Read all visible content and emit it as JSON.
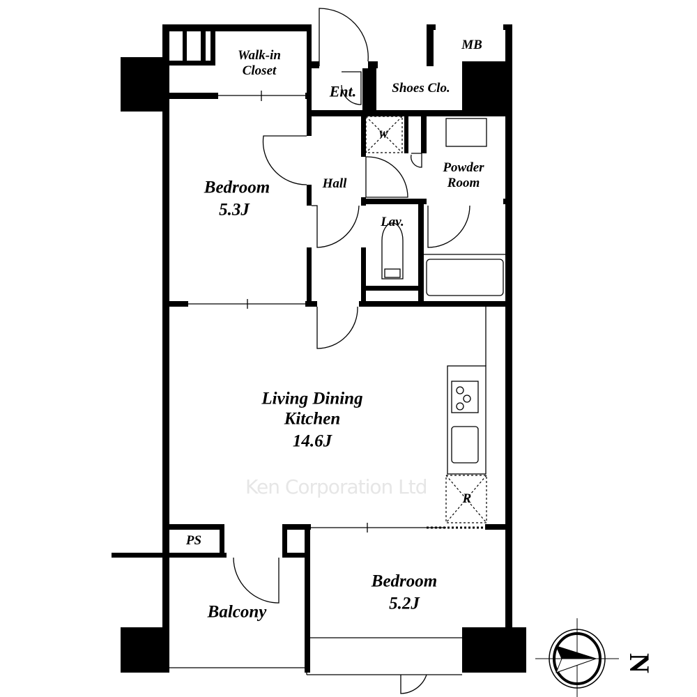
{
  "rooms": {
    "walk_in_closet": "Walk-in\nCloset",
    "entrance": "Ent.",
    "shoes_closet": "Shoes Clo.",
    "meter_box": "MB",
    "washer": "W",
    "powder_room": "Powder\nRoom",
    "hall": "Hall",
    "lavatory": "Lav.",
    "bedroom_1": {
      "name": "Bedroom",
      "size": "5.3J"
    },
    "ldk": {
      "name": "Living Dining\nKitchen",
      "size": "14.6J"
    },
    "refrigerator": "R",
    "pipe_space": "PS",
    "balcony": "Balcony",
    "bedroom_2": {
      "name": "Bedroom",
      "size": "5.2J"
    }
  },
  "watermark": "Ken Corporation Ltd",
  "compass": {
    "north_label": "N"
  }
}
